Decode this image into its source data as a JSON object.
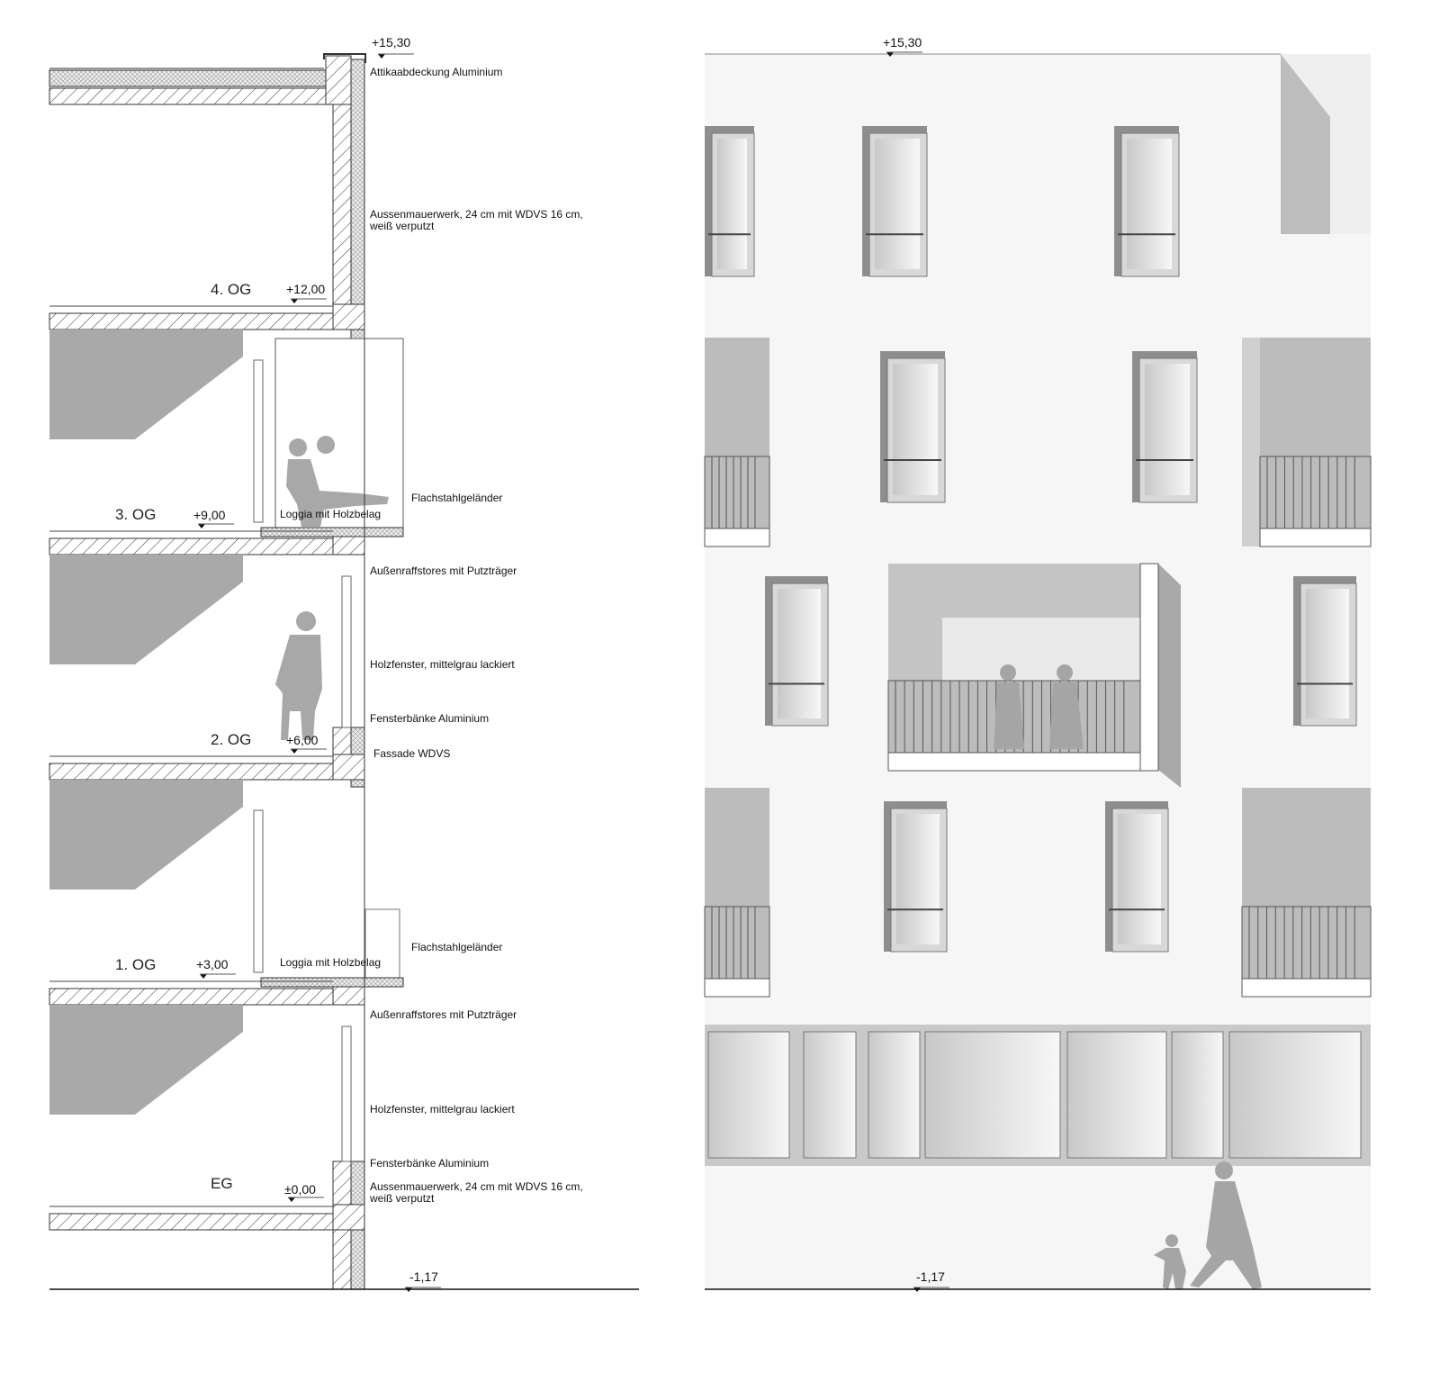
{
  "section": {
    "elevations": {
      "top": "+15,30",
      "og4": "+12,00",
      "og3": "+9,00",
      "og2": "+6,00",
      "og1": "+3,00",
      "eg": "±0,00",
      "ground": "-1,17"
    },
    "floors": {
      "og4": "4. OG",
      "og3": "3. OG",
      "og2": "2. OG",
      "og1": "1. OG",
      "eg": "EG"
    },
    "annotations": {
      "attika": "Attikaabdeckung Aluminium",
      "wall_top_1": "Aussenmauerwerk, 24 cm mit WDVS 16 cm,",
      "wall_top_2": "weiß verputzt",
      "railing_1": "Flachstahlgeländer",
      "loggia_1": "Loggia mit Holzbelag",
      "blinds_1": "Außenraffstores mit Putzträger",
      "window_1": "Holzfenster, mittelgrau lackiert",
      "sill_1": "Fensterbänke Aluminium",
      "facade": "Fassade WDVS",
      "railing_2": "Flachstahlgeländer",
      "loggia_2": "Loggia mit Holzbelag",
      "blinds_2": "Außenraffstores mit Putzträger",
      "window_2": "Holzfenster, mittelgrau lackiert",
      "sill_2": "Fensterbänke Aluminium",
      "wall_bottom_1": "Aussenmauerwerk, 24 cm mit WDVS 16 cm,",
      "wall_bottom_2": "weiß verputzt"
    }
  },
  "elevation_view": {
    "top": "+15,30",
    "ground": "-1,17"
  },
  "colors": {
    "shadow": "#a9a9a9",
    "line": "#222222",
    "facade": "#f4f4f4",
    "window": "#8f8f8f"
  }
}
